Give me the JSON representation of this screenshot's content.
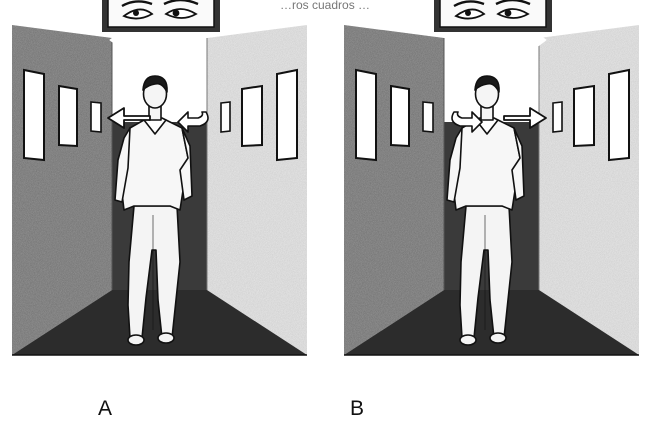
{
  "labels": {
    "left_panel": "A",
    "right_panel": "B"
  },
  "top_caption_fragment": "…ros cuadros …",
  "colors": {
    "ink": "#111111",
    "left_wall": "#9a9a9a",
    "right_wall": "#ebebeb",
    "far_wall": "#3a3a3a",
    "floor": "#2c2c2c",
    "frame_fill": "#ffffff"
  }
}
